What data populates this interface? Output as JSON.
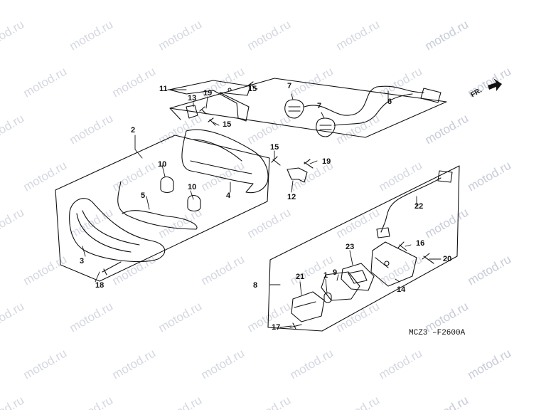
{
  "watermark_text": "motod.ru",
  "diagram_code": "MCZ3 –F2600A",
  "direction_label": "FR.",
  "callouts": [
    "1",
    "2",
    "3",
    "4",
    "5",
    "6",
    "7",
    "7",
    "8",
    "9",
    "10",
    "10",
    "11",
    "12",
    "13",
    "14",
    "15",
    "15",
    "15",
    "16",
    "17",
    "18",
    "19",
    "19",
    "20",
    "21",
    "22",
    "23"
  ],
  "colors": {
    "line": "#111111",
    "watermark": "#c6cbd6"
  }
}
